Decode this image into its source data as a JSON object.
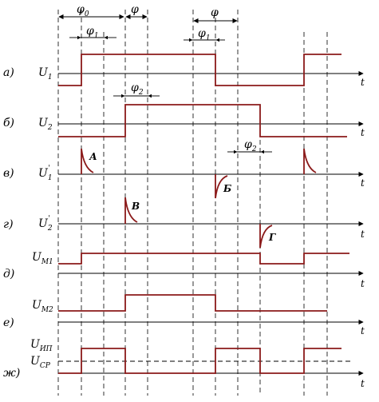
{
  "rows": [
    {
      "label": "а)",
      "symbol": "U",
      "sub": "1",
      "prime": ""
    },
    {
      "label": "б)",
      "symbol": "U",
      "sub": "2",
      "prime": ""
    },
    {
      "label": "в)",
      "symbol": "U",
      "sub": "1",
      "prime": "'"
    },
    {
      "label": "г)",
      "symbol": "U",
      "sub": "2",
      "prime": "'"
    },
    {
      "label": "д)",
      "symbol": "U",
      "sub": "М1",
      "prime": ""
    },
    {
      "label": "е)",
      "symbol": "U",
      "sub": "М2",
      "prime": ""
    },
    {
      "label": "ж)",
      "symbol": "U",
      "sub": "ИП",
      "prime": ""
    }
  ],
  "ucp": {
    "symbol": "U",
    "sub": "СР"
  },
  "time_label": "t",
  "phase_labels": {
    "phi0": "φ",
    "phi0_sub": "0",
    "phi": "φ",
    "phi1_sub": "1",
    "phi2_sub": "2"
  },
  "pulse_marks": [
    "А",
    "Б",
    "В",
    "Г"
  ],
  "colors": {
    "signal": "#8b1a1a",
    "axis": "#000000"
  }
}
